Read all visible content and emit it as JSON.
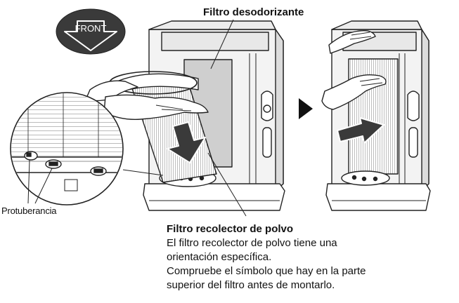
{
  "labels": {
    "front": "FRONT",
    "deodorizing_filter": "Filtro desodorizante",
    "protrusion": "Protuberancia"
  },
  "dust_filter": {
    "title": "Filtro recolector de polvo",
    "lines": [
      "El filtro recolector de polvo tiene una",
      "orientación específica.",
      "Compruebe el símbolo que hay en la parte",
      "superior del filtro antes de montarlo."
    ]
  },
  "icons": [
    "front-arrow-icon",
    "down-arrow-icon",
    "right-arrow-icon",
    "step-arrow-icon"
  ],
  "colors": {
    "line": "#222222",
    "arrow_fill": "#3a3a3a",
    "shade": "#cfcfcf",
    "filter": "#e3e3e3"
  }
}
